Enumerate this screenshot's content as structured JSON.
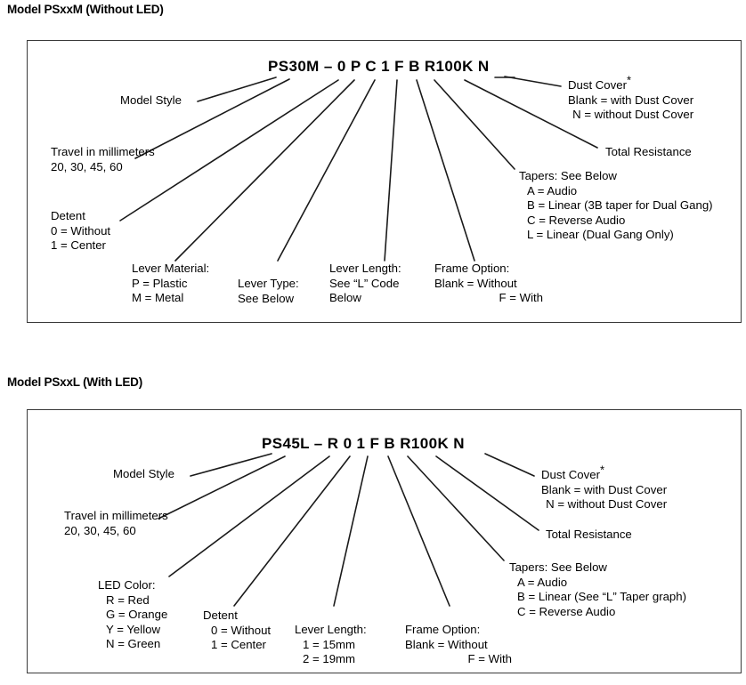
{
  "document": {
    "sections": [
      {
        "id": "psxxm",
        "title": "Model PSxxM (Without LED)",
        "part_number": {
          "prefix": "PS30M",
          "dash": "–",
          "codes": [
            "0",
            "P",
            "C",
            "1",
            "F",
            "B",
            "R100K",
            "N"
          ],
          "full": "PS30M – 0 P C 1 F B R100K N"
        },
        "callouts": {
          "model_style": {
            "lines": [
              "Model Style"
            ]
          },
          "travel": {
            "lines": [
              "Travel in millimeters",
              "20, 30, 45, 60"
            ]
          },
          "detent": {
            "lines": [
              "Detent",
              "0 = Without",
              "1 = Center"
            ]
          },
          "lever_material": {
            "lines": [
              "Lever Material:",
              "P = Plastic",
              "M = Metal"
            ]
          },
          "lever_type": {
            "lines": [
              "Lever Type:",
              "See Below"
            ]
          },
          "lever_length": {
            "lines": [
              "Lever Length:",
              "See “L” Code",
              "Below"
            ]
          },
          "frame_option": {
            "lines": [
              "Frame Option:",
              "Blank = Without",
              "F = With"
            ]
          },
          "tapers": {
            "lines": [
              "Tapers: See Below",
              "A = Audio",
              "B = Linear (3B taper for Dual Gang)",
              "C = Reverse Audio",
              "L = Linear (Dual Gang Only)"
            ]
          },
          "dust_cover": {
            "title": "Dust Cover",
            "asterisk": "*",
            "lines": [
              "Blank = with Dust Cover",
              "N = without Dust Cover"
            ]
          },
          "total_resistance": {
            "lines": [
              "Total Resistance"
            ]
          }
        }
      },
      {
        "id": "psxxl",
        "title": "Model PSxxL (With LED)",
        "part_number": {
          "prefix": "PS45L",
          "dash": "–",
          "codes": [
            "R",
            "0",
            "1",
            "F",
            "B",
            "R100K",
            "N"
          ],
          "full": "PS45L – R 0 1 F B R100K N"
        },
        "callouts": {
          "model_style": {
            "lines": [
              "Model Style"
            ]
          },
          "travel": {
            "lines": [
              "Travel in millimeters",
              "20, 30, 45, 60"
            ]
          },
          "led_color": {
            "lines": [
              "LED Color:",
              "R = Red",
              "G = Orange",
              "Y = Yellow",
              "N = Green"
            ]
          },
          "detent": {
            "lines": [
              "Detent",
              "0 = Without",
              "1 = Center"
            ]
          },
          "lever_length": {
            "lines": [
              "Lever Length:",
              "1 = 15mm",
              "2 = 19mm"
            ]
          },
          "frame_option": {
            "lines": [
              "Frame Option:",
              "Blank = Without",
              "F = With"
            ]
          },
          "tapers": {
            "lines": [
              "Tapers: See Below",
              "A = Audio",
              "B = Linear (See “L” Taper graph)",
              "C = Reverse Audio"
            ]
          },
          "dust_cover": {
            "title": "Dust Cover",
            "asterisk": "*",
            "lines": [
              "Blank = with Dust Cover",
              "N = without Dust Cover"
            ]
          },
          "total_resistance": {
            "lines": [
              "Total Resistance"
            ]
          }
        }
      }
    ],
    "colors": {
      "text": "#000000",
      "box_border": "#3a3a3a",
      "leader_line": "#1a1a1a",
      "background": "#ffffff"
    }
  }
}
